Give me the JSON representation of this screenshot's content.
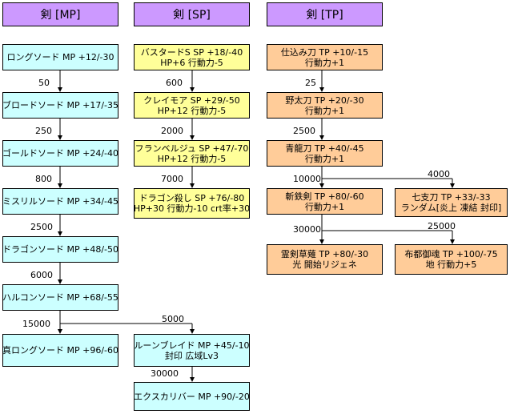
{
  "headers": {
    "mp": "剣 [MP]",
    "sp": "剣 [SP]",
    "tp": "剣 [TP]"
  },
  "mp": {
    "n1": "ロングソード MP +12/-30",
    "c1": "50",
    "n2": "ブロードソード MP +17/-35",
    "c2": "250",
    "n3": "ゴールドソード MP +24/-40",
    "c3": "800",
    "n4": "ミスリルソード MP +34/-45",
    "c4": "2500",
    "n5": "ドラゴンソード MP +48/-50",
    "c5": "6000",
    "n6": "ハルコンソード MP +68/-55",
    "c6": "15000",
    "n7": "真ロングソード MP +96/-60",
    "c7b": "5000",
    "n8a": "ルーンブレイド MP +45/-10",
    "n8b": "封印 広域Lv3",
    "c8": "30000",
    "n9": "エクスカリバー MP +90/-20"
  },
  "sp": {
    "n1a": "バスタードS SP +18/-40",
    "n1b": "HP+6 行動力-5",
    "c1": "600",
    "n2a": "クレイモア SP +29/-50",
    "n2b": "HP+12 行動力-5",
    "c2": "2000",
    "n3a": "フランベルジュ SP +47/-70",
    "n3b": "HP+12 行動力-5",
    "c3": "7000",
    "n4a": "ドラゴン殺し SP +76/-80",
    "n4b": "HP+30 行動力-10 crt率+30"
  },
  "tp": {
    "n1a": "仕込み刀 TP +10/-15",
    "n1b": "行動力+1",
    "c1": "25",
    "n2a": "野太刀 TP +20/-30",
    "n2b": "行動力+1",
    "c2": "2500",
    "n3a": "青龍刀 TP +40/-45",
    "n3b": "行動力+1",
    "c3a": "10000",
    "c3b": "4000",
    "n4a": "斬鉄剣 TP +80/-60",
    "n4b": "行動力+1",
    "n5a": "七支刀 TP +33/-33",
    "n5b": "ランダム[炎上 凍結 封印]",
    "c4a": "30000",
    "c4b": "25000",
    "n6a": "霊剣草薙 TP +80/-30",
    "n6b": "光 開始リジェネ",
    "n7a": "布都御魂 TP +100/-75",
    "n7b": "地 行動力+5"
  }
}
